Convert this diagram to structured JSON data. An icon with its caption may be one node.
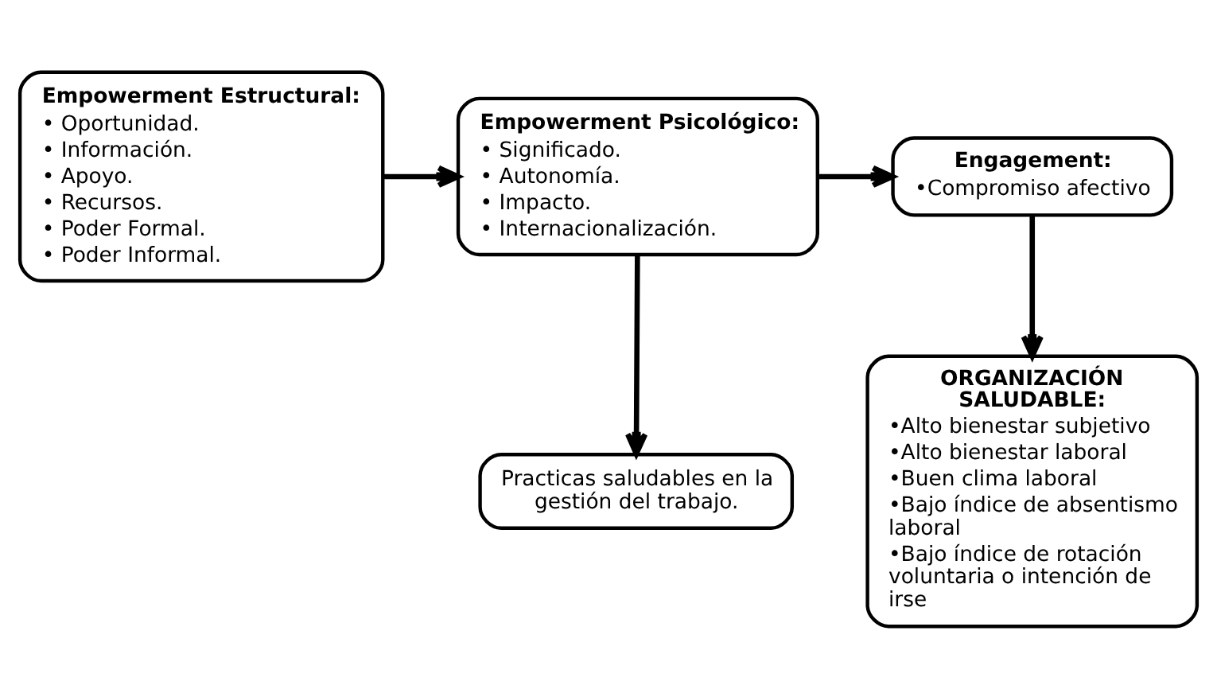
{
  "diagram": {
    "nodes": [
      {
        "text": [
          "Empowerment Estructural:",
          "• Oportunidad.",
          "• Información.",
          "• Apoyo.",
          "• Recursos.",
          "• Poder Formal.",
          "• Poder Informal."
        ]
      },
      {
        "text": [
          "Empowerment Psicológico:",
          "• Significado.",
          "• Autonomía.",
          "• Impacto.",
          "• Internacionalización."
        ]
      },
      {
        "text": [
          "Engagement:",
          "•Compromiso afectivo"
        ]
      },
      {
        "text": [
          "Practicas saludables en la gestión del trabajo."
        ]
      },
      {
        "text": [
          "ORGANIZACIÓN SALUDABLE:",
          "•Alto bienestar subjetivo",
          "•Alto bienestar laboral",
          "•Buen clima laboral",
          "•Bajo índice de absentismo laboral",
          "•Bajo índice de rotación voluntaria o intención de irse"
        ]
      }
    ],
    "edges": [
      {
        "from": 0,
        "to": 1,
        "arrow": "to"
      },
      {
        "from": 1,
        "to": 2,
        "arrow": "to"
      },
      {
        "from": 1,
        "to": 3,
        "arrow": "to"
      },
      {
        "from": 2,
        "to": 4,
        "arrow": "to"
      }
    ]
  }
}
